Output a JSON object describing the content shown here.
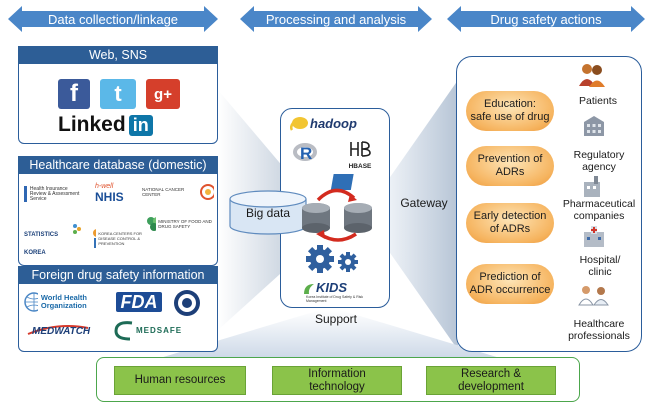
{
  "headers": {
    "data_collection": "Data collection/linkage",
    "processing": "Processing and analysis",
    "drug_safety_actions": "Drug safety actions"
  },
  "left_panel": {
    "web_sns": {
      "title": "Web, SNS",
      "logos": {
        "facebook": "f",
        "twitter": "t",
        "google_plus": "g+",
        "linkedin_text": "Linked",
        "linkedin_in": "in"
      }
    },
    "healthcare_db": {
      "title": "Healthcare database (domestic)",
      "logos": {
        "hira": "Health Insurance Review & Assessment Service",
        "nhis_prefix": "h-well",
        "nhis": "NHIS",
        "ncc": "NATIONAL CANCER CENTER",
        "statistics_korea": "STATISTICS KOREA",
        "kcdc": "KOREA CENTERS FOR DISEASE CONTROL & PREVENTION",
        "mfds": "MINISTRY OF FOOD AND DRUG SAFETY"
      }
    },
    "foreign": {
      "title": "Foreign drug safety information",
      "logos": {
        "who": "World Health Organization",
        "fda": "FDA",
        "medwatch": "MEDWATCH",
        "medsafe": "MEDSAFE"
      }
    }
  },
  "center": {
    "big_data": "Big data",
    "hadoop": "hadoop",
    "r": "R",
    "hbase": "HBASE",
    "kids": "KIDS",
    "kids_sub": "Korea Institute of Drug Safety & Risk Management",
    "support": "Support",
    "gateway": "Gateway"
  },
  "actions": [
    {
      "label": "Education:\nsafe use of drug"
    },
    {
      "label": "Prevention of\nADRs"
    },
    {
      "label": "Early detection\nof ADRs"
    },
    {
      "label": "Prediction of\nADR occurrence"
    }
  ],
  "stakeholders": [
    {
      "label": "Patients",
      "icon": "patients-icon"
    },
    {
      "label": "Regulatory\nagency",
      "icon": "building-icon"
    },
    {
      "label": "Pharmaceutical\ncompanies",
      "icon": "factory-icon"
    },
    {
      "label": "Hospital/\nclinic",
      "icon": "hospital-icon"
    },
    {
      "label": "Healthcare\nprofessionals",
      "icon": "doctor-icon"
    }
  ],
  "support_items": [
    {
      "label": "Human resources"
    },
    {
      "label": "Information\ntechnology"
    },
    {
      "label": "Research &\ndevelopment"
    }
  ],
  "colors": {
    "header_blue": "#4a86c8",
    "title_bar": "#2d5e96",
    "oval_orange": "#f6b561",
    "support_green": "#8bc34a"
  }
}
